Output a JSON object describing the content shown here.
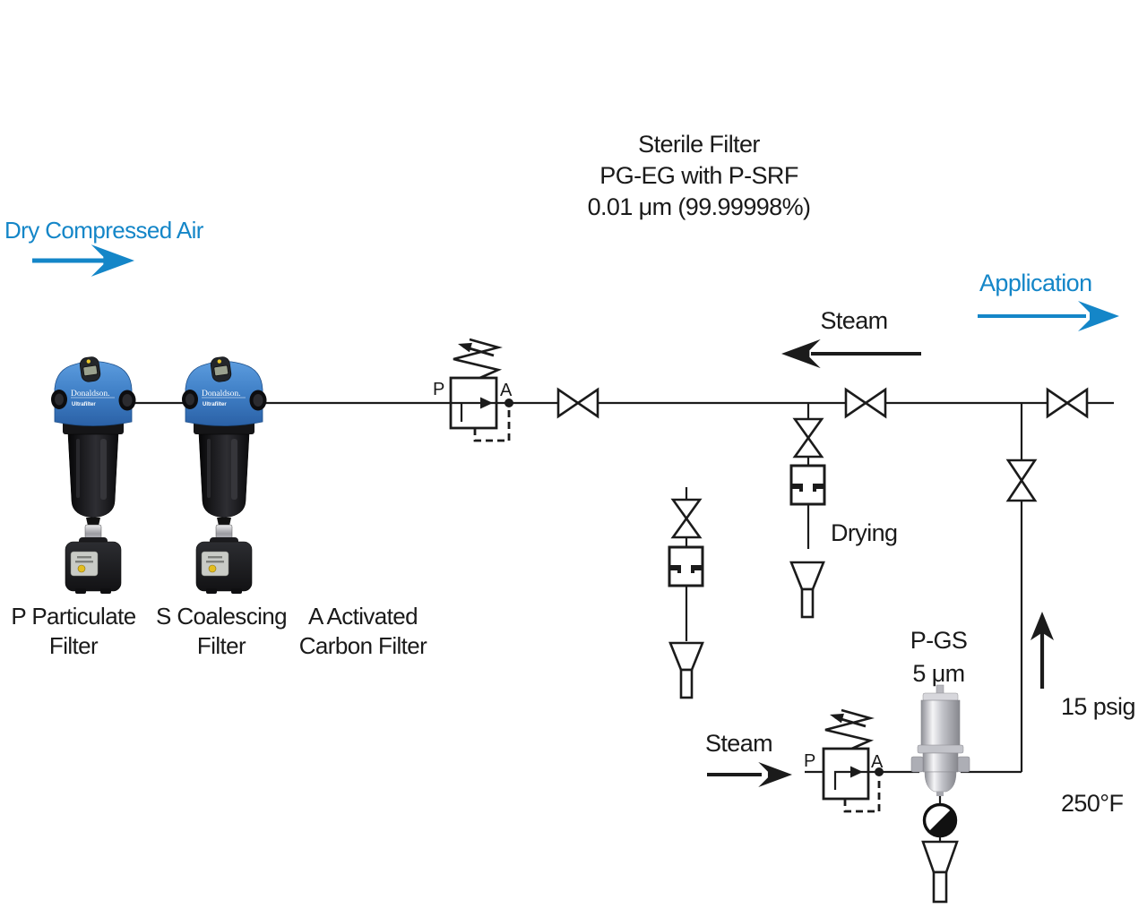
{
  "colors": {
    "accent_blue": "#1486C8",
    "line_black": "#1B1B1B"
  },
  "flow_labels": {
    "inlet": "Dry Compressed Air",
    "outlet": "Application",
    "steam_top": "Steam",
    "steam_bottom": "Steam"
  },
  "sterile_filter_note": {
    "line1": "Sterile Filter",
    "line2": "PG-EG with P-SRF",
    "line3": "0.01 μm (99.99998%)"
  },
  "filter_labels": [
    {
      "line1": "P Particulate",
      "line2": "Filter"
    },
    {
      "line1": "S Coalescing",
      "line2": "Filter"
    },
    {
      "line1": "A Activated",
      "line2": "Carbon Filter"
    }
  ],
  "drying_label": "Drying",
  "pgs_filter": {
    "model": "P-GS",
    "rating": "5 μm"
  },
  "steam_conditions": {
    "pressure": "15 psig",
    "temperature": "250°F"
  },
  "regulator_ports": {
    "p": "P",
    "a": "A"
  },
  "brand": {
    "name": "Donaldson.",
    "sub": "Ultrafilter"
  }
}
